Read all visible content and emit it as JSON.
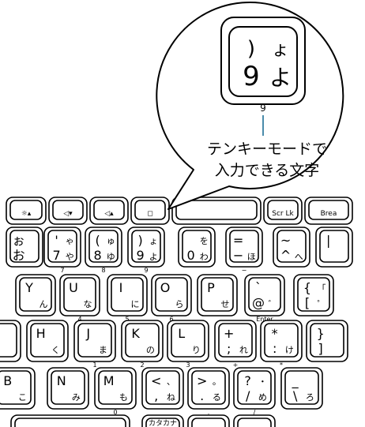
{
  "callout": {
    "key": {
      "top_left": ")",
      "top_right": "ょ",
      "main_left": "9",
      "main_right": "よ",
      "tenkey_label": "9"
    },
    "caption": [
      "テンキーモードで",
      "入力できる文字"
    ]
  },
  "function_row": [
    {
      "label": "☼▴"
    },
    {
      "label": "◁▾"
    },
    {
      "label": "◁▴"
    },
    {
      "label": "◻"
    },
    {
      "label": ""
    },
    {
      "label": "Scr Lk"
    },
    {
      "label": "Brea"
    }
  ],
  "number_row": [
    {
      "tl": "ぉ",
      "tr": "",
      "bl": "お",
      "br": "",
      "sub": ""
    },
    {
      "tl": "'",
      "tr": "ゃ",
      "bl": "7",
      "br": "や",
      "sub": "7"
    },
    {
      "tl": "(",
      "tr": "ゅ",
      "bl": "8",
      "br": "ゆ",
      "sub": "8"
    },
    {
      "tl": ")",
      "tr": "ょ",
      "bl": "9",
      "br": "よ",
      "sub": "9"
    },
    {
      "tl": "",
      "tr": "を",
      "bl": "0",
      "br": "わ",
      "sub": ""
    },
    {
      "tl": "=",
      "tr": "",
      "bl": "−",
      "br": "ほ",
      "sub": "−"
    },
    {
      "tl": "~",
      "tr": "",
      "bl": "^",
      "br": "へ",
      "sub": ""
    },
    {
      "tl": "|",
      "tr": "",
      "bl": "",
      "br": "",
      "sub": ""
    }
  ],
  "row_y": [
    {
      "tl": "Y",
      "tr": "",
      "bl": "",
      "br": "ん",
      "sub": ""
    },
    {
      "tl": "U",
      "tr": "",
      "bl": "",
      "br": "な",
      "sub": "4"
    },
    {
      "tl": "I",
      "tr": "",
      "bl": "",
      "br": "に",
      "sub": "5"
    },
    {
      "tl": "O",
      "tr": "",
      "bl": "",
      "br": "ら",
      "sub": "6"
    },
    {
      "tl": "P",
      "tr": "",
      "bl": "",
      "br": "せ",
      "sub": ""
    },
    {
      "tl": "`",
      "tr": "",
      "bl": "@",
      "br": "゛",
      "sub": "Enter"
    },
    {
      "tl": "{",
      "tr": "「",
      "bl": "[",
      "br": "゜",
      "sub": ""
    }
  ],
  "row_h": [
    {
      "tl": "",
      "tr": "",
      "bl": "",
      "br": "",
      "sub": ""
    },
    {
      "tl": "H",
      "tr": "",
      "bl": "",
      "br": "く",
      "sub": ""
    },
    {
      "tl": "J",
      "tr": "",
      "bl": "",
      "br": "ま",
      "sub": "1"
    },
    {
      "tl": "K",
      "tr": "",
      "bl": "",
      "br": "の",
      "sub": "2"
    },
    {
      "tl": "L",
      "tr": "",
      "bl": "",
      "br": "り",
      "sub": "3"
    },
    {
      "tl": "+",
      "tr": "",
      "bl": ";",
      "br": "れ",
      "sub": "+"
    },
    {
      "tl": "*",
      "tr": "",
      "bl": ":",
      "br": "け",
      "sub": "*"
    },
    {
      "tl": "}",
      "tr": "",
      "bl": "]",
      "br": "",
      "sub": ""
    }
  ],
  "row_b": [
    {
      "tl": "B",
      "tr": "",
      "bl": "",
      "br": "こ",
      "sub": ""
    },
    {
      "tl": "N",
      "tr": "",
      "bl": "",
      "br": "み",
      "sub": ""
    },
    {
      "tl": "M",
      "tr": "",
      "bl": "",
      "br": "も",
      "sub": "0"
    },
    {
      "tl": "<",
      "tr": "、",
      "bl": ",",
      "br": "ね",
      "sub": ""
    },
    {
      "tl": ">",
      "tr": "。",
      "bl": ".",
      "br": "る",
      "sub": "."
    },
    {
      "tl": "?",
      "tr": "・",
      "bl": "/",
      "br": "め",
      "sub": "/"
    },
    {
      "tl": "_",
      "tr": "",
      "bl": "\\",
      "br": "ろ",
      "sub": ""
    }
  ],
  "bottom_row": [
    {
      "label": ""
    },
    {
      "label": "カタカナ"
    },
    {
      "label": ""
    },
    {
      "label": ""
    }
  ],
  "colors": {
    "leader_line": "#1e6f96"
  }
}
